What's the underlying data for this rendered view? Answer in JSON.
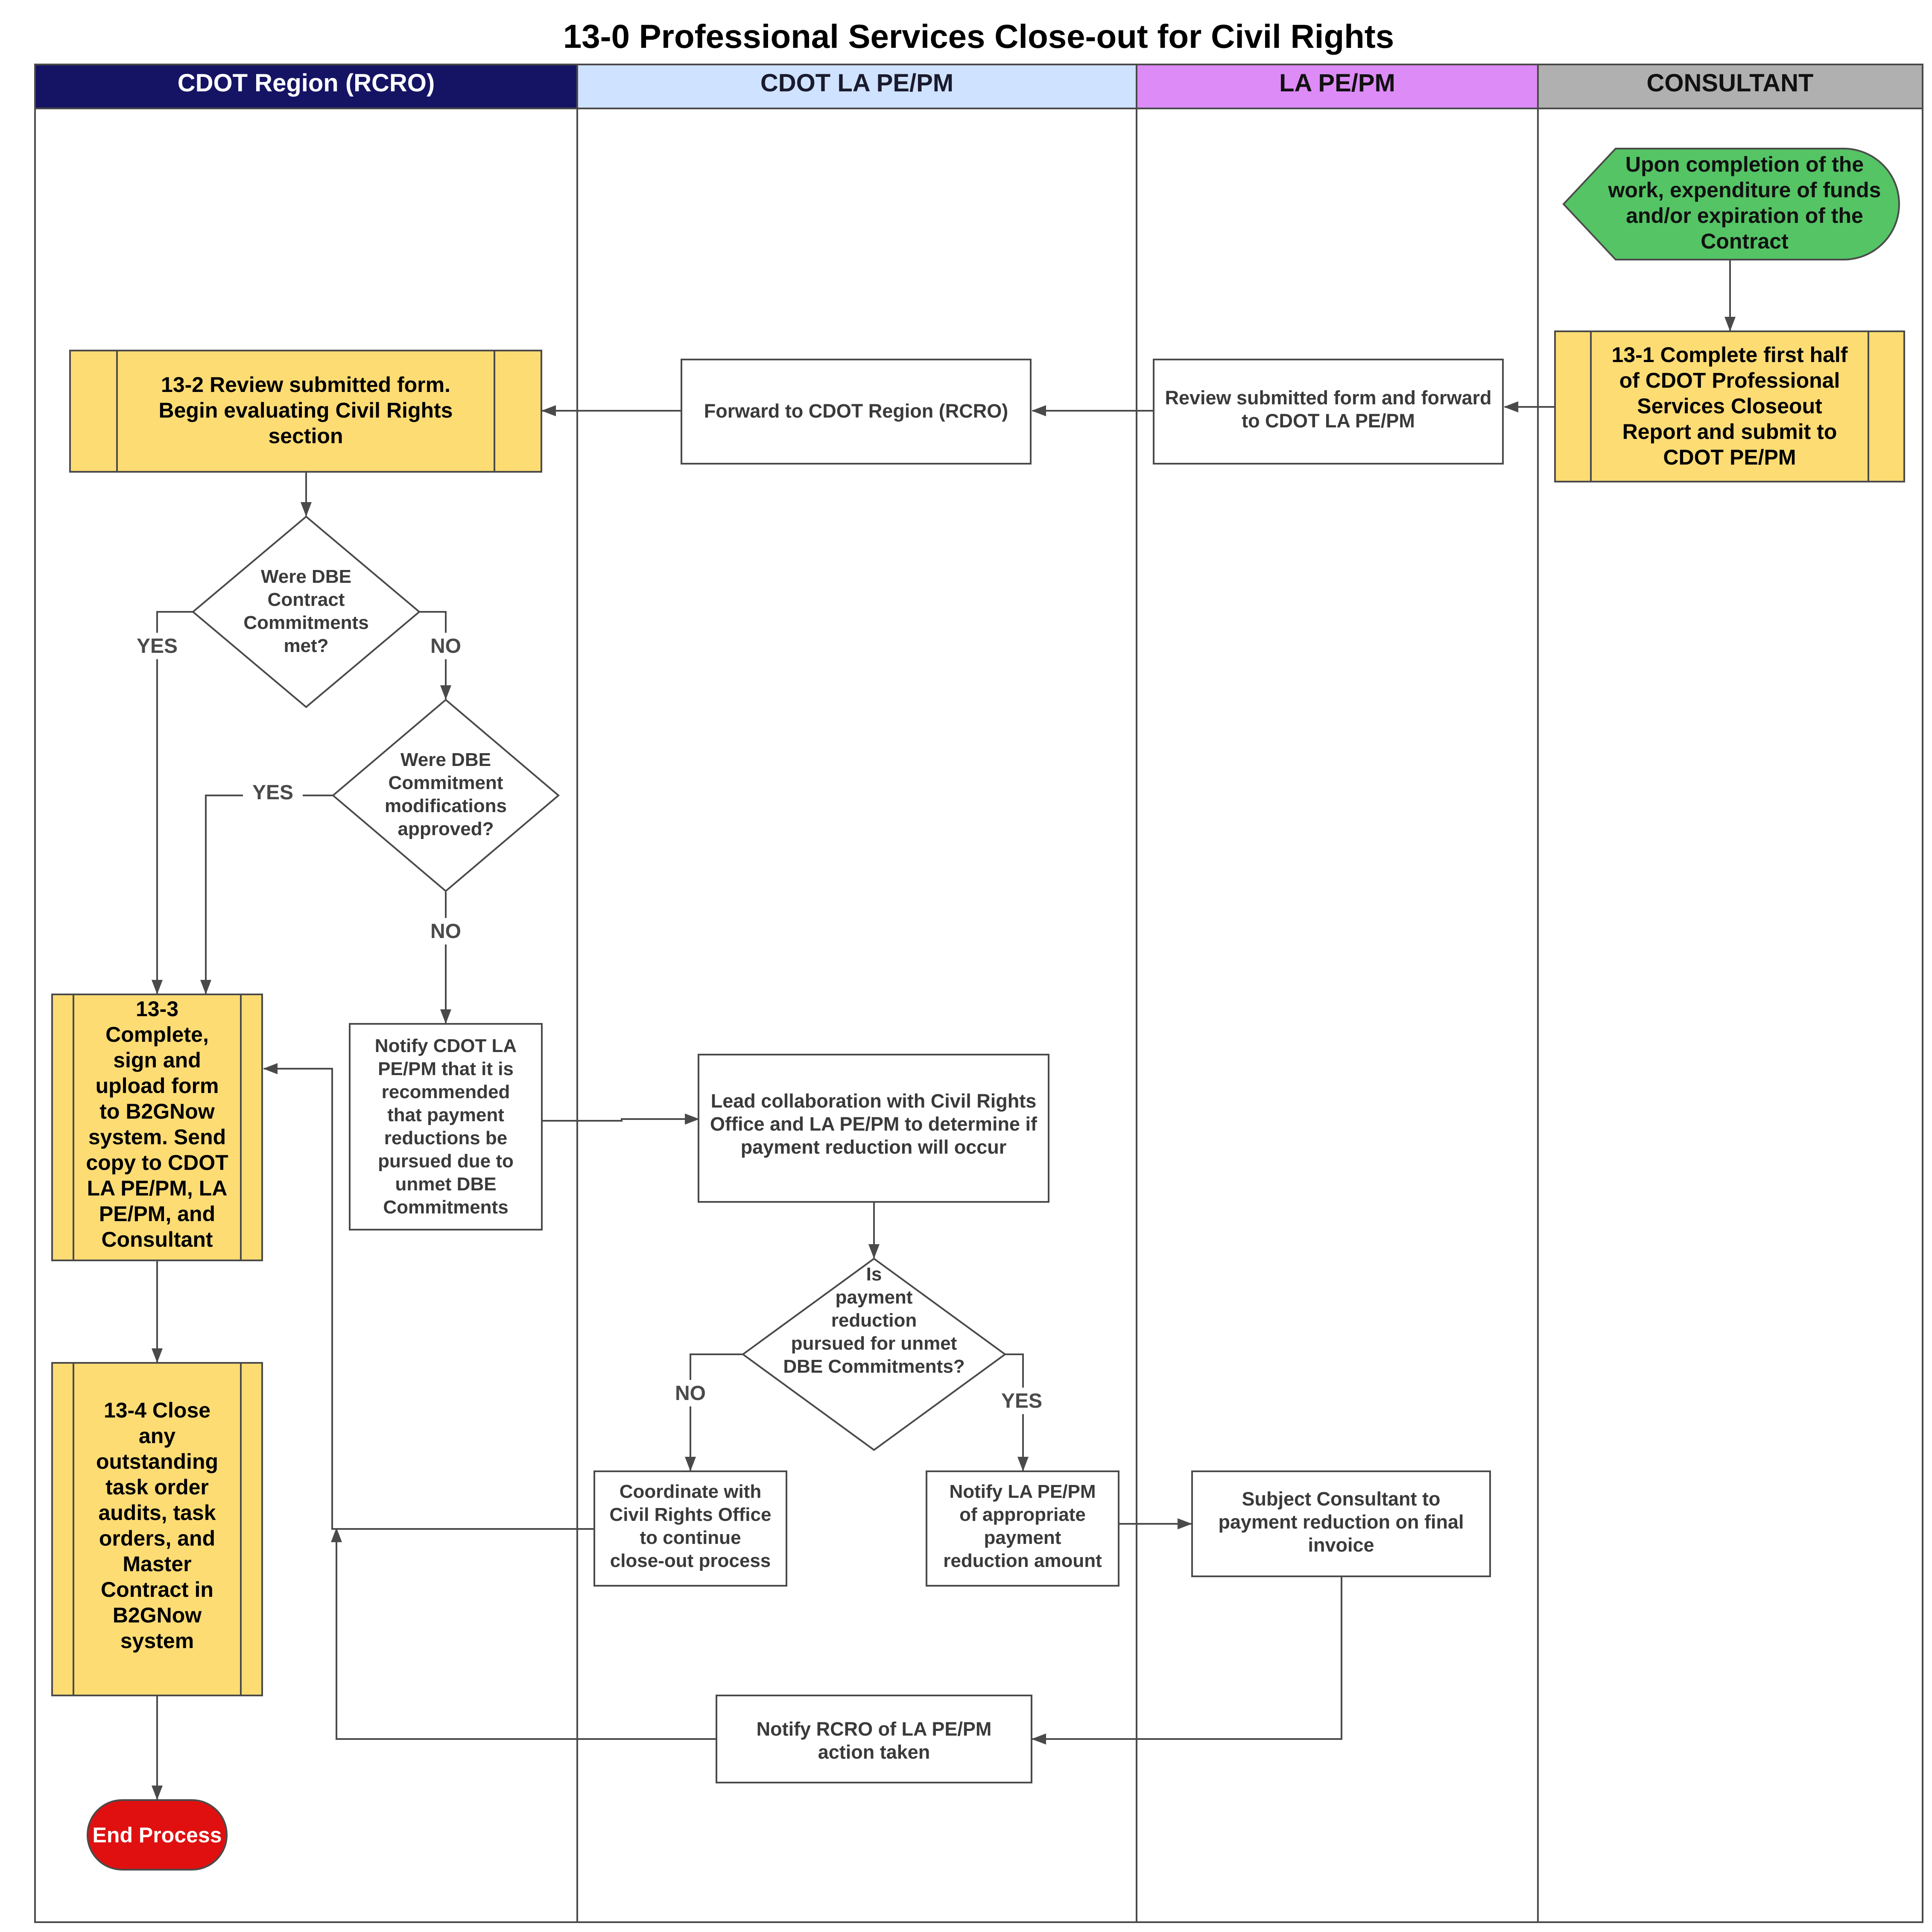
{
  "title": "13-0 Professional Services Close-out for Civil Rights",
  "colors": {
    "lane_rcro": "#151464",
    "lane_cdot_la": "#cfe2ff",
    "lane_la": "#dd8bf7",
    "lane_consultant": "#b0b0b0",
    "process_yellow": "#fedc74",
    "start_green": "#55c465",
    "end_red": "#e01010",
    "line": "#4a4a4a"
  },
  "lanes": [
    {
      "id": "rcro",
      "label": "CDOT Region (RCRO)"
    },
    {
      "id": "cdot_la",
      "label": "CDOT LA PE/PM"
    },
    {
      "id": "la",
      "label": "LA PE/PM"
    },
    {
      "id": "consultant",
      "label": "CONSULTANT"
    }
  ],
  "nodes": {
    "start": {
      "lines": [
        "Upon completion of the",
        "work, expenditure of funds",
        "and/or expiration of the",
        "Contract"
      ]
    },
    "s13_1": {
      "lines": [
        "13-1 Complete first half",
        "of CDOT Professional",
        "Services Closeout",
        "Report and submit to",
        "CDOT PE/PM"
      ]
    },
    "la_review": {
      "lines": [
        "Review submitted form and forward",
        "to CDOT LA PE/PM"
      ]
    },
    "forward": {
      "lines": [
        "Forward to CDOT Region (RCRO)"
      ]
    },
    "s13_2": {
      "lines": [
        "13-2 Review submitted form.",
        "Begin evaluating Civil Rights",
        "section"
      ]
    },
    "dec_met": {
      "lines": [
        "Were DBE",
        "Contract",
        "Commitments",
        "met?"
      ]
    },
    "dec_mod": {
      "lines": [
        "Were DBE",
        "Commitment",
        "modifications",
        "approved?"
      ]
    },
    "notify_cdot": {
      "lines": [
        "Notify CDOT LA",
        "PE/PM that it is",
        "recommended",
        "that payment",
        "reductions be",
        "pursued due to",
        "unmet DBE",
        "Commitments"
      ]
    },
    "s13_3": {
      "lines": [
        "13-3",
        "Complete,",
        "sign and",
        "upload form",
        "to B2GNow",
        "system.  Send",
        "copy to CDOT",
        "LA PE/PM, LA",
        "PE/PM, and",
        "Consultant"
      ]
    },
    "s13_4": {
      "lines": [
        "13-4 Close",
        "any",
        "outstanding",
        "task order",
        "audits, task",
        "orders, and",
        "Master",
        "Contract in",
        "B2GNow",
        "system"
      ]
    },
    "end": {
      "lines": [
        "End Process"
      ]
    },
    "lead": {
      "lines": [
        "Lead collaboration with Civil Rights",
        "Office and LA PE/PM to determine if",
        "payment reduction will occur"
      ]
    },
    "dec_pay": {
      "lines": [
        "Is",
        "payment",
        "reduction",
        "pursued for unmet",
        "DBE Commitments?"
      ]
    },
    "coordinate": {
      "lines": [
        "Coordinate with",
        "Civil Rights Office",
        "to continue",
        "close-out process"
      ]
    },
    "notify_la": {
      "lines": [
        "Notify LA PE/PM",
        "of appropriate",
        "payment",
        "reduction amount"
      ]
    },
    "subject": {
      "lines": [
        "Subject Consultant to",
        "payment reduction on final",
        "invoice"
      ]
    },
    "notify_rcro": {
      "lines": [
        "Notify RCRO of LA PE/PM",
        "action taken"
      ]
    }
  },
  "edge_labels": {
    "met_yes": "YES",
    "met_no": "NO",
    "mod_yes": "YES",
    "mod_no": "NO",
    "pay_no": "NO",
    "pay_yes": "YES"
  }
}
